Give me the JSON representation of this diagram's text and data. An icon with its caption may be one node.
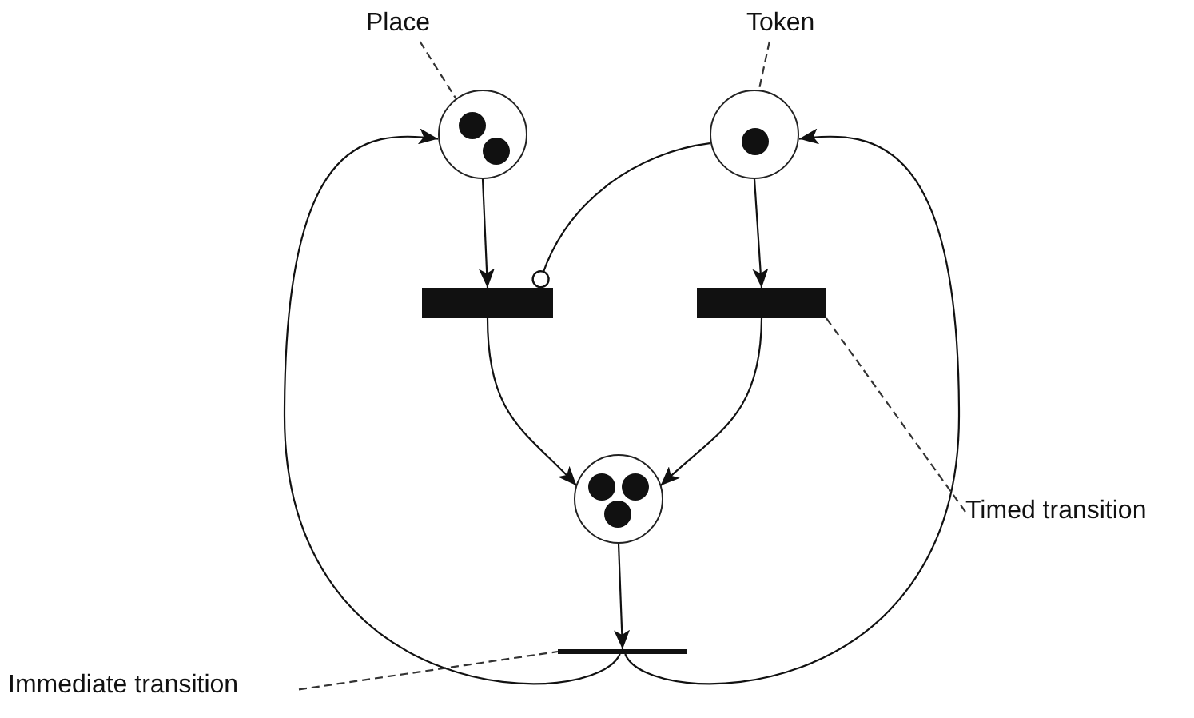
{
  "diagram": {
    "nodes": [
      {
        "text": [
          "Place"
        ]
      },
      {
        "text": [
          "Token"
        ]
      },
      {
        "text": [],
        "shape": "circle"
      },
      {
        "text": [],
        "shape": "circle",
        "in": 2
      },
      {
        "text": [],
        "shape": "circle",
        "in": 2
      },
      {
        "text": [],
        "shape": "circle"
      },
      {
        "text": [],
        "shape": "circle",
        "in": 5
      },
      {
        "text": [],
        "shape": "bar"
      },
      {
        "text": [],
        "shape": "bar"
      },
      {
        "text": [
          "Timed transition"
        ]
      },
      {
        "text": [],
        "shape": "circle"
      },
      {
        "text": [],
        "shape": "circle",
        "in": 10
      },
      {
        "text": [],
        "shape": "circle",
        "in": 10
      },
      {
        "text": [],
        "shape": "circle",
        "in": 10
      },
      {
        "text": [
          "Immediate transition"
        ]
      },
      {
        "text": [],
        "shape": "bar"
      }
    ],
    "edges": [
      {
        "from": 0,
        "to": 2,
        "arrow": "none",
        "style": "dashed"
      },
      {
        "from": 1,
        "to": 6,
        "arrow": "none",
        "style": "dashed"
      },
      {
        "from": 2,
        "to": 7,
        "arrow": "to"
      },
      {
        "from": 5,
        "to": 7,
        "arrow": "other"
      },
      {
        "from": 5,
        "to": 8,
        "arrow": "to"
      },
      {
        "from": 9,
        "to": 8,
        "arrow": "none",
        "style": "dashed"
      },
      {
        "from": 7,
        "to": 10,
        "arrow": "to"
      },
      {
        "from": 8,
        "to": 10,
        "arrow": "to"
      },
      {
        "from": 10,
        "to": 15,
        "arrow": "to"
      },
      {
        "from": 15,
        "to": 2,
        "arrow": "to"
      },
      {
        "from": 15,
        "to": 5,
        "arrow": "to"
      },
      {
        "from": 14,
        "to": 15,
        "arrow": "none",
        "style": "dashed"
      }
    ]
  }
}
